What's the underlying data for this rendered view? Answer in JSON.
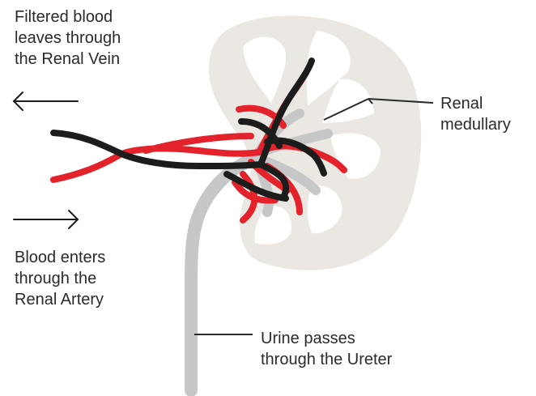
{
  "labels": {
    "vein": [
      "Filtered blood",
      "leaves through",
      "the Renal Vein"
    ],
    "artery": [
      "Blood enters",
      "through the",
      "Renal Artery"
    ],
    "medullary": [
      "Renal",
      "medullary"
    ],
    "ureter": [
      "Urine passes",
      "through the Ureter"
    ]
  },
  "colors": {
    "kidney": "#ebe7e3",
    "ureter": "#c6c7c9",
    "artery": "#e3222b",
    "vein": "#1c1c1c",
    "leader": "#2a2a2a"
  },
  "icons": {
    "vein_arrow": "arrow-left-icon",
    "artery_arrow": "arrow-right-icon"
  }
}
